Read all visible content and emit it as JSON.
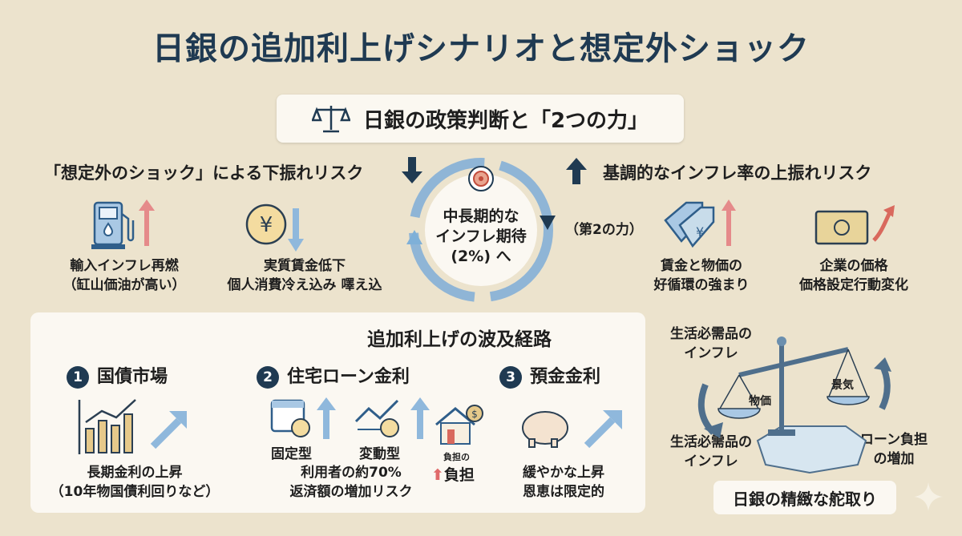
{
  "title": "日銀の追加利上げシナリオと想定外ショック",
  "policy_box": {
    "label": "日銀の政策判断と「2つの力」"
  },
  "left_risk": {
    "heading": "「想定外のショック」による下振れリスク",
    "items": [
      {
        "line1": "輸入インフレ再燃",
        "line2": "（缸山価油が高い）"
      },
      {
        "line1": "実質賃金低下",
        "line2": "個人消費冷え込み 㘁え込"
      }
    ]
  },
  "center": {
    "line1": "中長期的な",
    "line2": "インフレ期待",
    "line3": "(2%) へ",
    "side": "（第2の力）"
  },
  "right_risk": {
    "heading": "基調的なインフレ率の上振れリスク",
    "items": [
      {
        "line1": "賃金と物価の",
        "line2": "好循環の強まり"
      },
      {
        "line1": "企業の価格",
        "line2": "価格設定行動変化"
      }
    ]
  },
  "panel": {
    "heading": "追加利上げの波及経路",
    "steps": [
      {
        "num": "1",
        "title": "国債市場",
        "line1": "長期金利の上昇",
        "line2": "（10年物国債利回りなど）"
      },
      {
        "num": "2",
        "title": "住宅ローン金利",
        "fixed": "固定型",
        "variable": "変動型",
        "line1": "利用者の約70%",
        "line2": "返済額の増加リスク",
        "burden_small": "負担の",
        "burden": "負担"
      },
      {
        "num": "3",
        "title": "預金金利",
        "line1": "緩やかな上昇",
        "line2": "恩恵は限定的"
      }
    ]
  },
  "balance": {
    "top_left": [
      "生活必需品の",
      "インフレ"
    ],
    "bottom_left": [
      "生活必需品の",
      "インフレ"
    ],
    "right": [
      "ローン負担",
      "の増加"
    ],
    "pan_left": "物価",
    "pan_right": "景気",
    "tag": "日銀の精緻な舵取り"
  },
  "colors": {
    "navy": "#1f3a52",
    "blue": "#7fb0d8",
    "red": "#e06a6a",
    "bg": "#ece3cd"
  }
}
